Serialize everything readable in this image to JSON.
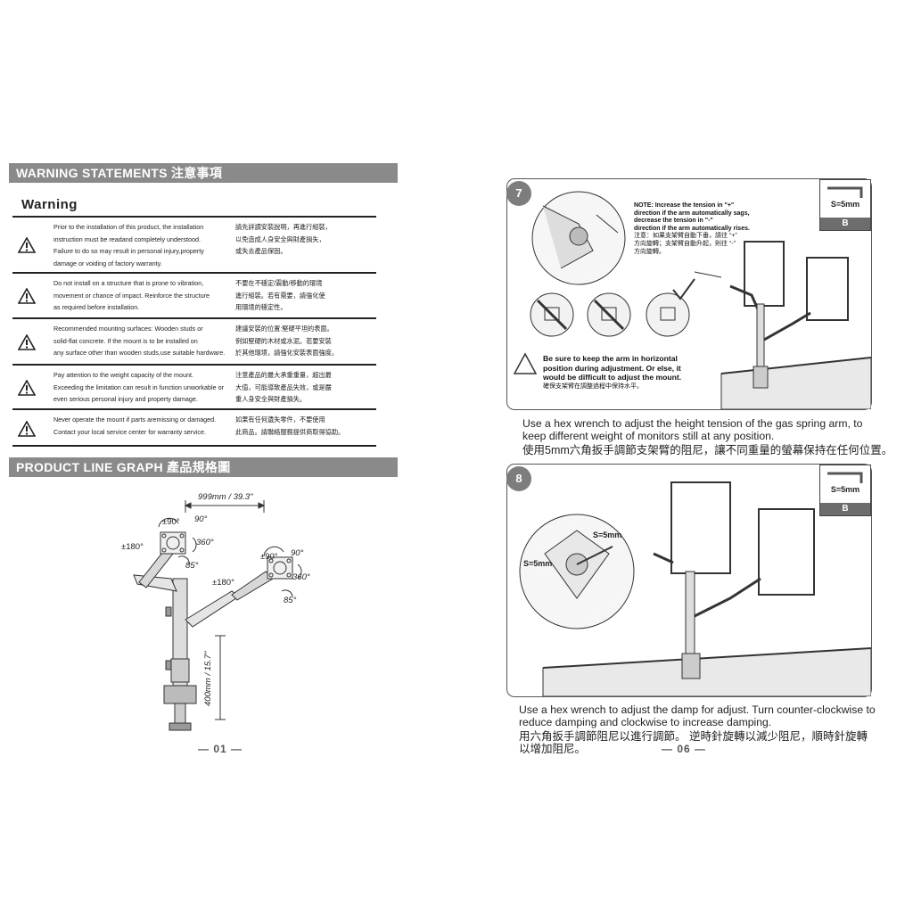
{
  "left": {
    "header_warning": "WARNING STATEMENTS 注意事項",
    "warning_title": "Warning",
    "warnings": [
      {
        "en": [
          "Prior to the installation of this product, the installation",
          "instruction must be readand completely understood.",
          "Failure to do so may result in personal injury,property",
          "damage or voiding of factory warranty."
        ],
        "zh": [
          "請先詳讀安裝說明，再進行組裝，",
          "以免造成人身安全與財產損失，",
          "或失去產品保固。"
        ]
      },
      {
        "en": [
          "Do not install on a structure that is prone to vibration,",
          "movement or chance of impact. Reinforce the structure",
          " as required before installation."
        ],
        "zh": [
          "不要在不穩定/震動/移動的環境",
          "進行組裝。若有需要，請強化使",
          "用環境的穩定性。"
        ]
      },
      {
        "en": [
          "Recommended mounting surfaces: Wooden studs or",
          "solid-flat concrete. If the mount is to be installed on",
          "any surface other than wooden studs,use suitable hardware."
        ],
        "zh": [
          "建議安裝的位置:堅硬平坦的表面。",
          "例如堅硬的木材或水泥。若要安裝",
          "於其他環境，請強化安裝表面強度。"
        ]
      },
      {
        "en": [
          "Pay attention to the weight capacity of the mount.",
          "Exceeding the limitation can result in function unworkable or",
          "even serious personal injury and property damage."
        ],
        "zh": [
          "注意產品的最大承重重量，超出最",
          "大值，可能導致產品失效，或是嚴",
          "重人身安全與財產損失。"
        ]
      },
      {
        "en": [
          "Never operate the mount if parts aremissing or damaged.",
          "Contact your local service center for warranty service."
        ],
        "zh": [
          "如果有任何遺失零件，不要使用",
          "此商品。請聯絡服務提供商取得協助。"
        ]
      }
    ],
    "header_product": "PRODUCT LINE GRAPH  產品規格圖",
    "graph": {
      "width_label": "999mm / 39.3\"",
      "height_label": "400mm / 15.7\"",
      "a1": "±90°",
      "a2": "90°",
      "a3": "±180°",
      "a4": "360°",
      "a5": "85°",
      "a6": "±90°",
      "a7": "90°",
      "a8": "±180°",
      "a9": "360°",
      "a10": "85°"
    },
    "page_number": "— 01 —"
  },
  "right": {
    "step7": {
      "number": "7",
      "note": [
        "NOTE: Increase the tension in \"+\"",
        "direction if the arm automatically sags,",
        "decrease the tension in \"-\"",
        "direction if the arm automatically rises."
      ],
      "note_zh": [
        "注意：如果支架臂自動下垂，請往 “+”",
        "方向旋轉；支架臂自動升起，則往 “-”",
        "方向旋轉。"
      ],
      "tool_label": "S=5mm",
      "tool_letter": "B",
      "keep_level": [
        "Be sure to keep the arm in horizontal",
        "position during adjustment. Or else, it",
        "would be difficult to adjust the mount."
      ],
      "keep_level_zh": "確保支架臂在調整過程中保持水平。",
      "caption": [
        "Use a hex wrench to adjust the height tension of the gas spring arm, to",
        "keep different weight of monitors still at any position."
      ],
      "caption_zh": "使用5mm六角扳手調節支架臂的阻尼，讓不同重量的螢幕保持在任何位置。"
    },
    "step8": {
      "number": "8",
      "tool_label": "S=5mm",
      "tool_letter": "B",
      "zoom_label_1": "S=5mm",
      "zoom_label_2": "S=5mm",
      "caption": [
        "Use a hex wrench to adjust the damp for adjust. Turn counter-clockwise to",
        "reduce damping and clockwise to increase damping."
      ],
      "caption_zh": [
        "用六角扳手調節阻尼以進行調節。 逆時針旋轉以減少阻尼，順時針旋轉",
        "以增加阻尼。"
      ]
    },
    "page_number": "— 06 —"
  }
}
